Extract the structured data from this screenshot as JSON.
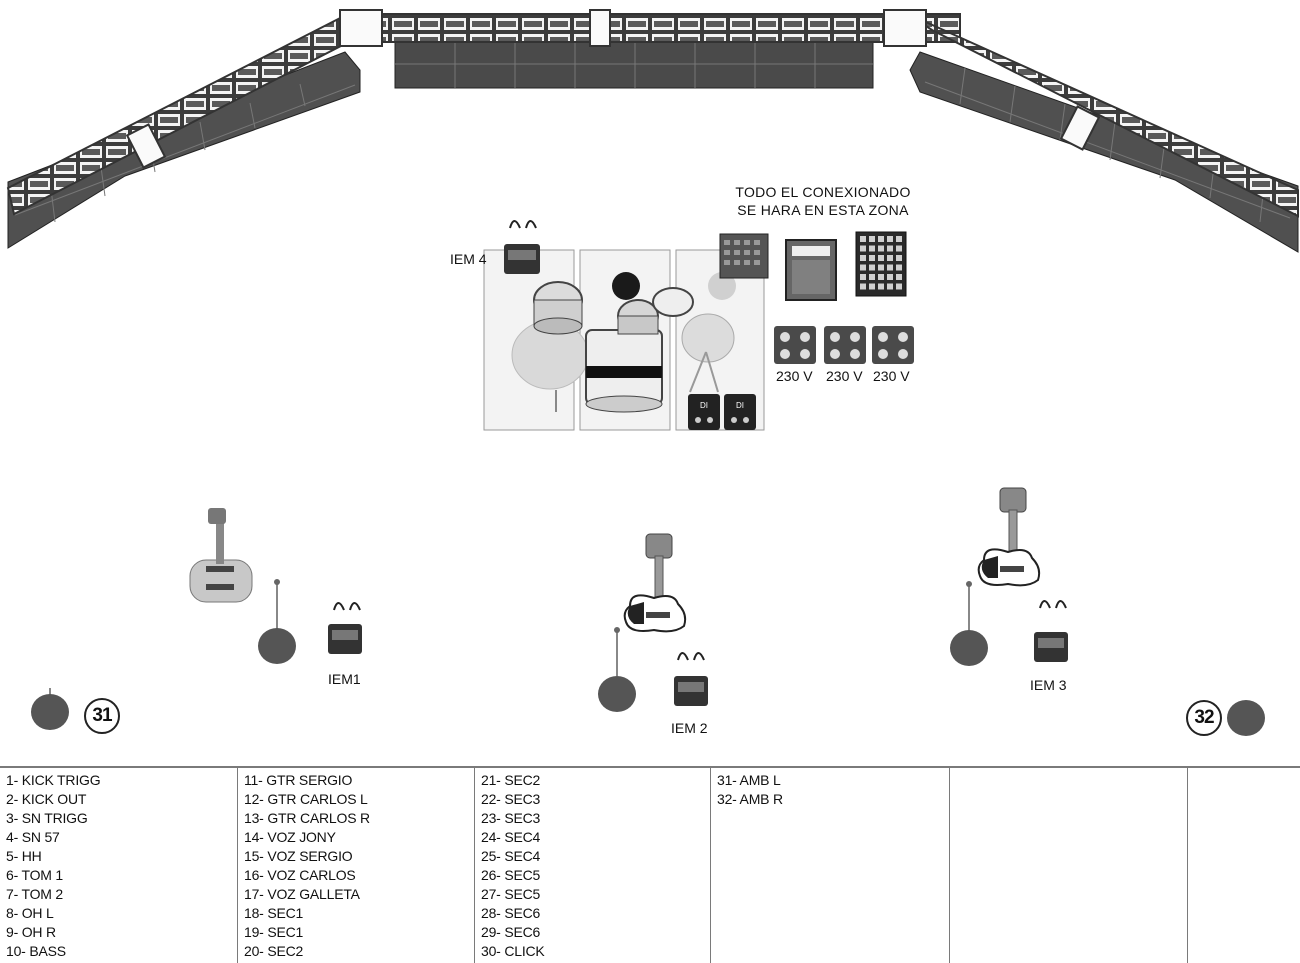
{
  "zone_note": {
    "line1": "TODO EL CONEXIONADO",
    "line2": "SE HARA EN ESTA ZONA"
  },
  "iem_labels": {
    "iem4": "IEM 4",
    "iem1": "IEM1",
    "iem2": "IEM 2",
    "iem3": "IEM 3"
  },
  "power_labels": [
    "230 V",
    "230 V",
    "230 V"
  ],
  "ambient_mics": {
    "left": "31",
    "right": "32"
  },
  "channel_list": [
    [
      "1- KICK TRIGG",
      "2- KICK OUT",
      "3- SN TRIGG",
      "4- SN 57",
      "5- HH",
      "6- TOM 1",
      "7- TOM 2",
      "8- OH L",
      "9- OH R",
      "10- BASS"
    ],
    [
      "11- GTR SERGIO",
      "12- GTR CARLOS L",
      "13- GTR CARLOS R",
      "14- VOZ JONY",
      "15- VOZ SERGIO",
      "16- VOZ CARLOS",
      "17- VOZ GALLETA",
      "18- SEC1",
      "19- SEC1",
      "20- SEC2"
    ],
    [
      "21- SEC2",
      "22- SEC3",
      "23- SEC3",
      "24- SEC4",
      "25- SEC4",
      "26- SEC5",
      "27- SEC5",
      "28- SEC6",
      "29- SEC6",
      "30- CLICK"
    ],
    [
      "31- AMB L",
      "32- AMB R"
    ],
    [],
    []
  ],
  "colors": {
    "truss": "#6f6f6f",
    "led_panel": "#4a4a4a",
    "mic_base": "#555555",
    "table_line": "#7a7a7a"
  }
}
